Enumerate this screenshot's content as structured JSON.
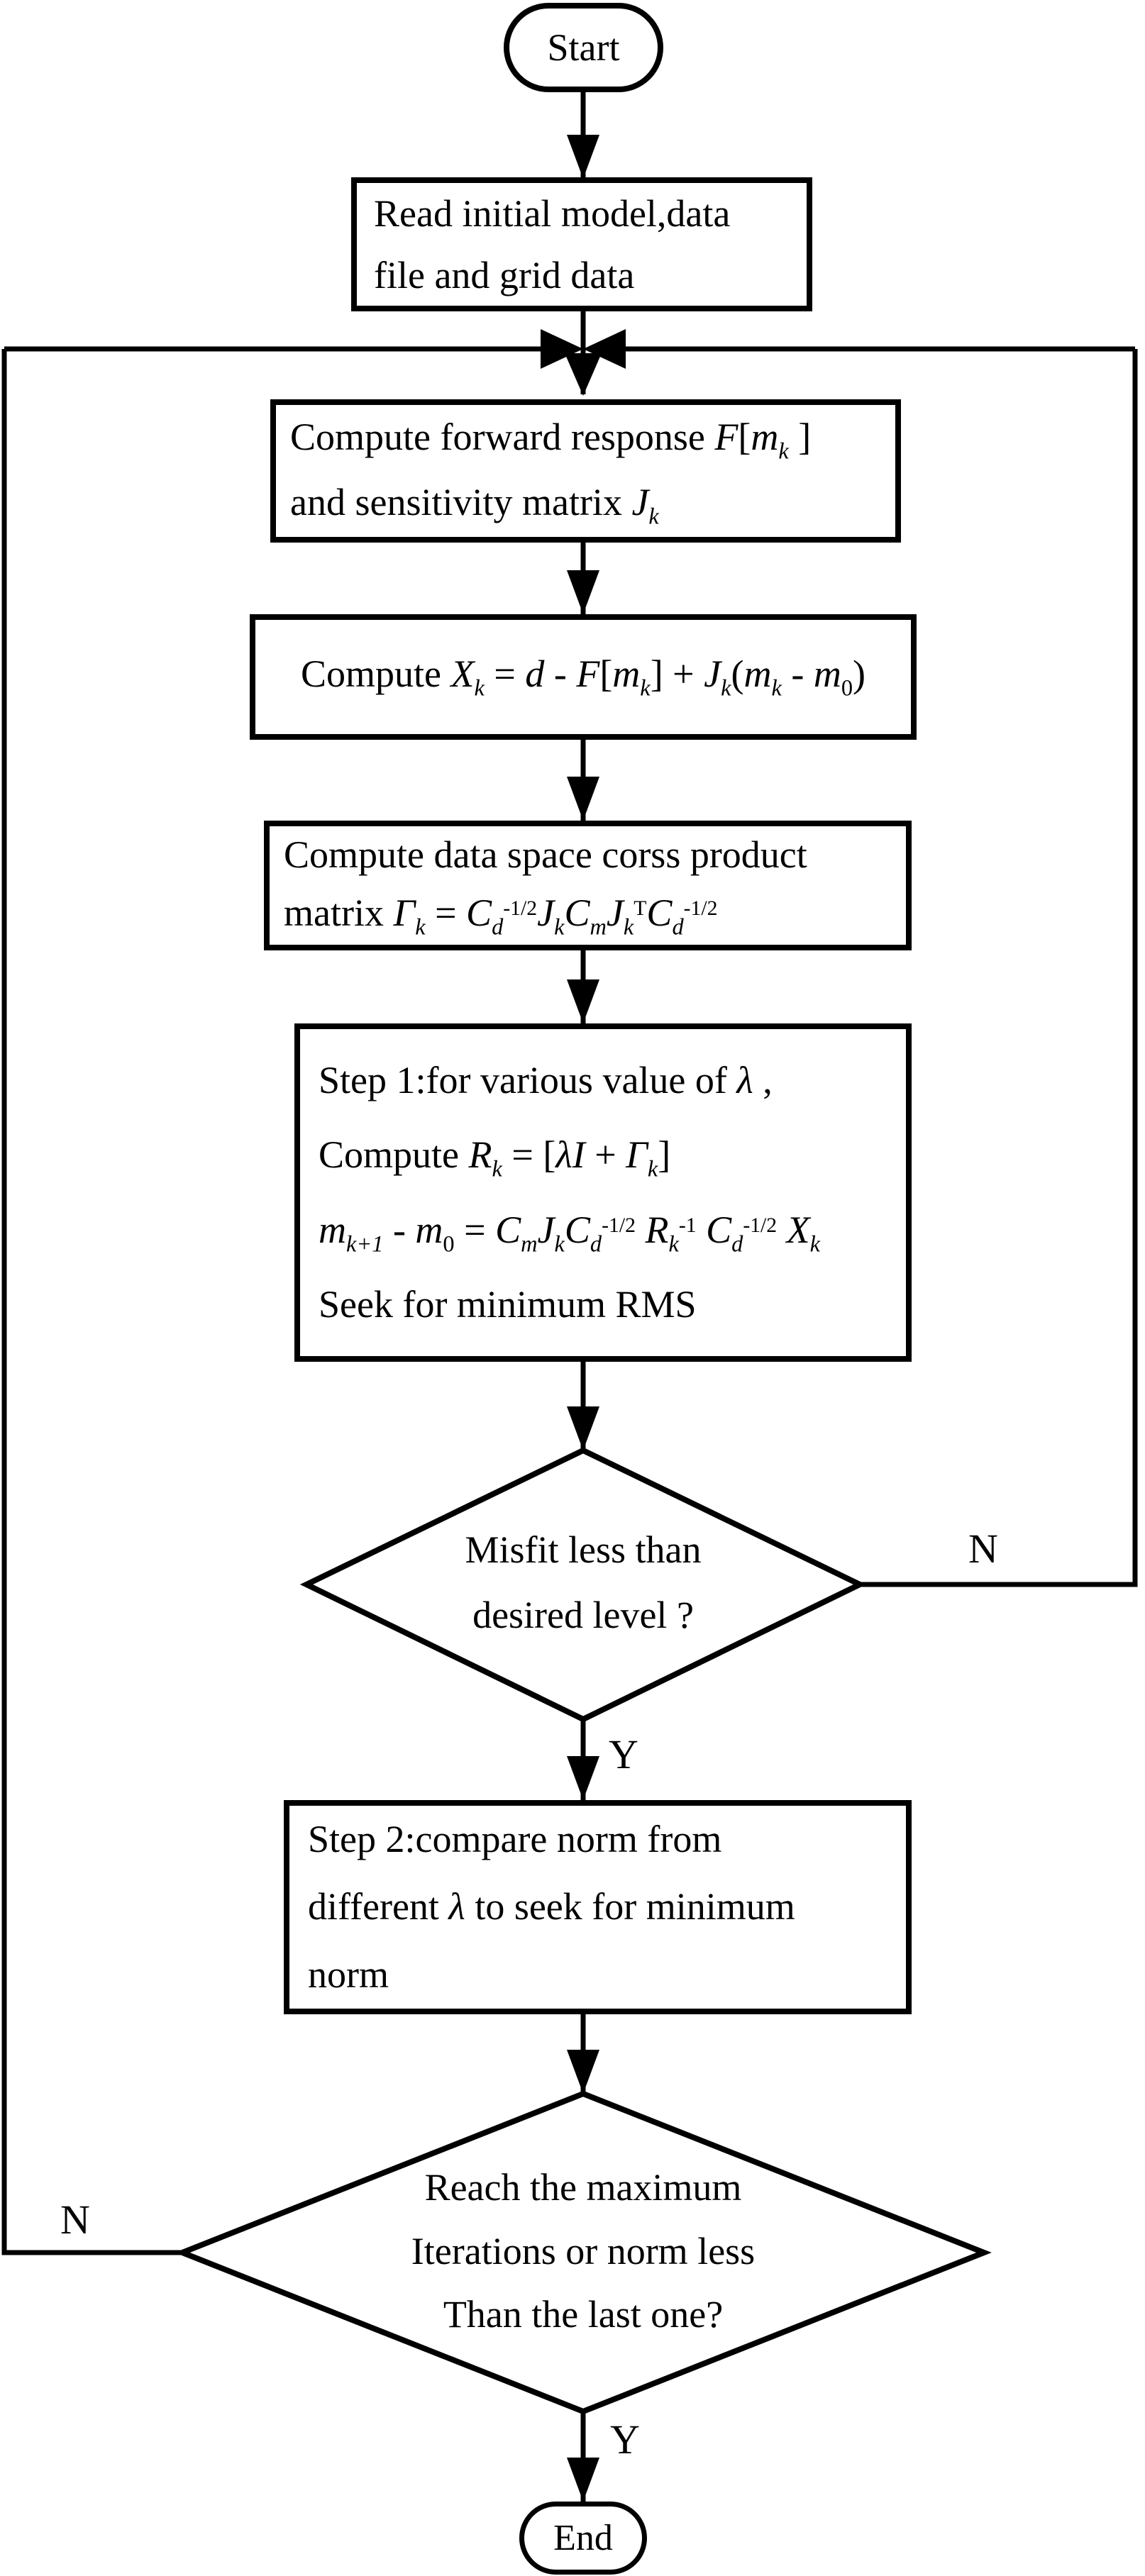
{
  "colors": {
    "line": "#000000",
    "fill": "#ffffff",
    "text": "#000000"
  },
  "nodes": {
    "start": {
      "label": "Start"
    },
    "read": {
      "lines": [
        "Read initial model,data",
        "file and grid data"
      ]
    },
    "forward": {
      "lines": [
        [
          [
            "Compute forward response ",
            "n"
          ],
          [
            "F",
            "i"
          ],
          [
            "[",
            "n"
          ],
          [
            "m",
            "i"
          ],
          [
            "k",
            "sub"
          ],
          [
            " ]",
            "n"
          ]
        ],
        [
          [
            "and sensitivity matrix ",
            "n"
          ],
          [
            "J",
            "i"
          ],
          [
            "k",
            "sub"
          ]
        ]
      ]
    },
    "residual": {
      "lines": [
        [
          [
            "Compute ",
            "n"
          ],
          [
            "X",
            "i"
          ],
          [
            "k",
            "sub"
          ],
          [
            " = ",
            "n"
          ],
          [
            "d",
            "i"
          ],
          [
            " - ",
            "n"
          ],
          [
            "F",
            "i"
          ],
          [
            "[",
            "n"
          ],
          [
            "m",
            "i"
          ],
          [
            "k",
            "sub"
          ],
          [
            "] + ",
            "n"
          ],
          [
            "J",
            "i"
          ],
          [
            "k",
            "sub"
          ],
          [
            "(",
            "n"
          ],
          [
            "m",
            "i"
          ],
          [
            "k",
            "sub"
          ],
          [
            " - ",
            "n"
          ],
          [
            "m",
            "i"
          ],
          [
            "0",
            "subn"
          ],
          [
            ")",
            "n"
          ]
        ]
      ]
    },
    "crossprod": {
      "lines": [
        [
          [
            "Compute data space corss product",
            "n"
          ]
        ],
        [
          [
            "matrix ",
            "n"
          ],
          [
            "Γ",
            "i"
          ],
          [
            "k",
            "sub"
          ],
          [
            " = ",
            "n"
          ],
          [
            "C",
            "i"
          ],
          [
            "d",
            "sub"
          ],
          [
            "-1/2",
            "sup"
          ],
          [
            "J",
            "i"
          ],
          [
            "k",
            "sub"
          ],
          [
            "C",
            "i"
          ],
          [
            "m",
            "sub"
          ],
          [
            "J",
            "i"
          ],
          [
            "k",
            "sub"
          ],
          [
            "T",
            "sup"
          ],
          [
            "C",
            "i"
          ],
          [
            "d",
            "sub"
          ],
          [
            "-1/2",
            "sup"
          ]
        ]
      ]
    },
    "step1": {
      "lines": [
        [
          [
            "Step 1:for various value of ",
            "n"
          ],
          [
            "λ",
            "i"
          ],
          [
            " ,",
            "n"
          ]
        ],
        [
          [
            "Compute ",
            "n"
          ],
          [
            "R",
            "i"
          ],
          [
            "k",
            "sub"
          ],
          [
            " = [",
            "n"
          ],
          [
            "λ",
            "i"
          ],
          [
            "I",
            "i"
          ],
          [
            " + ",
            "n"
          ],
          [
            "Γ",
            "i"
          ],
          [
            "k",
            "sub"
          ],
          [
            "]",
            "n"
          ]
        ],
        [
          [
            "m",
            "i"
          ],
          [
            "k+1",
            "sub"
          ],
          [
            " - ",
            "n"
          ],
          [
            "m",
            "i"
          ],
          [
            "0",
            "subn"
          ],
          [
            " = ",
            "n"
          ],
          [
            "C",
            "i"
          ],
          [
            "m",
            "sub"
          ],
          [
            "J",
            "i"
          ],
          [
            "k",
            "sub"
          ],
          [
            "C",
            "i"
          ],
          [
            "d",
            "sub"
          ],
          [
            "-1/2",
            "sup"
          ],
          [
            "  ",
            "n"
          ],
          [
            "R",
            "i"
          ],
          [
            "k",
            "sub"
          ],
          [
            "-1",
            "sup"
          ],
          [
            "  ",
            "n"
          ],
          [
            "C",
            "i"
          ],
          [
            "d",
            "sub"
          ],
          [
            "-1/2",
            "sup"
          ],
          [
            "  ",
            "n"
          ],
          [
            "X",
            "i"
          ],
          [
            "k",
            "sub"
          ]
        ],
        [
          [
            "Seek for minimum RMS",
            "n"
          ]
        ]
      ]
    },
    "misfit": {
      "lines": [
        "Misfit less than",
        "desired level ?"
      ]
    },
    "step2": {
      "lines": [
        [
          [
            "Step 2:compare norm from",
            "n"
          ]
        ],
        [
          [
            "different ",
            "n"
          ],
          [
            "λ",
            "i"
          ],
          [
            " to seek for minimum",
            "n"
          ]
        ],
        [
          [
            "norm",
            "n"
          ]
        ]
      ]
    },
    "itercheck": {
      "lines": [
        "Reach the maximum",
        "Iterations or norm less",
        "Than the last one?"
      ]
    },
    "end": {
      "label": "End"
    }
  },
  "edge_labels": {
    "misfit_no": "N",
    "misfit_yes": "Y",
    "iter_no": "N",
    "iter_yes": "Y"
  }
}
